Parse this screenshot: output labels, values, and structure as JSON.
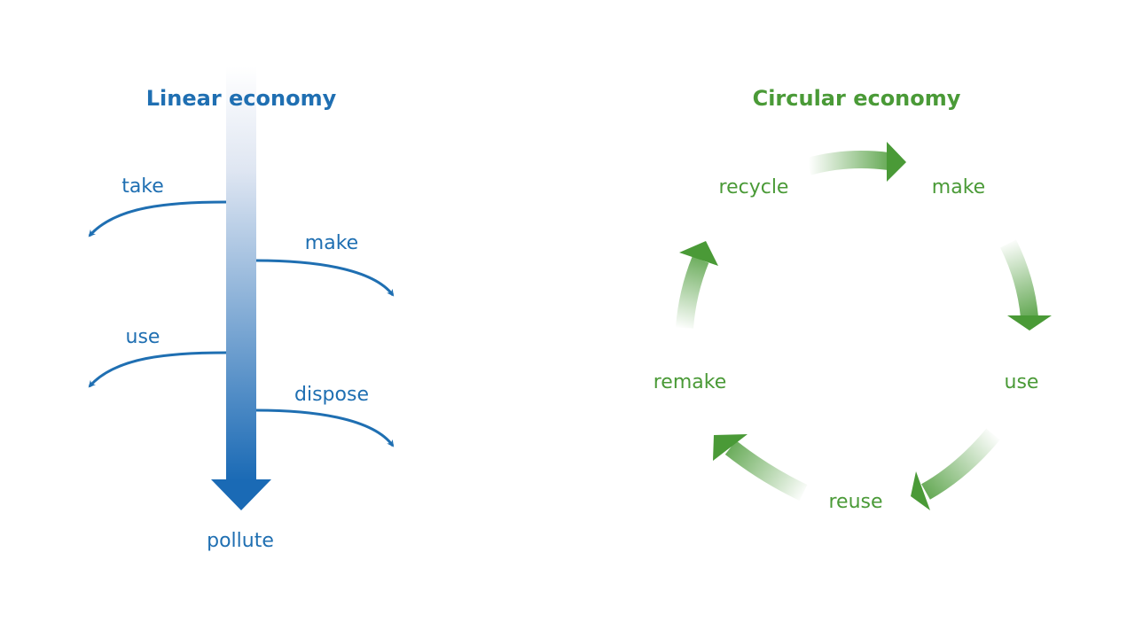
{
  "linear": {
    "title": "Linear economy",
    "steps": [
      "take",
      "make",
      "use",
      "dispose"
    ],
    "end": "pollute",
    "color": "#1f6fb2"
  },
  "circular": {
    "title": "Circular economy",
    "steps": [
      "make",
      "use",
      "reuse",
      "remake",
      "recycle"
    ],
    "color": "#4a9a37"
  }
}
